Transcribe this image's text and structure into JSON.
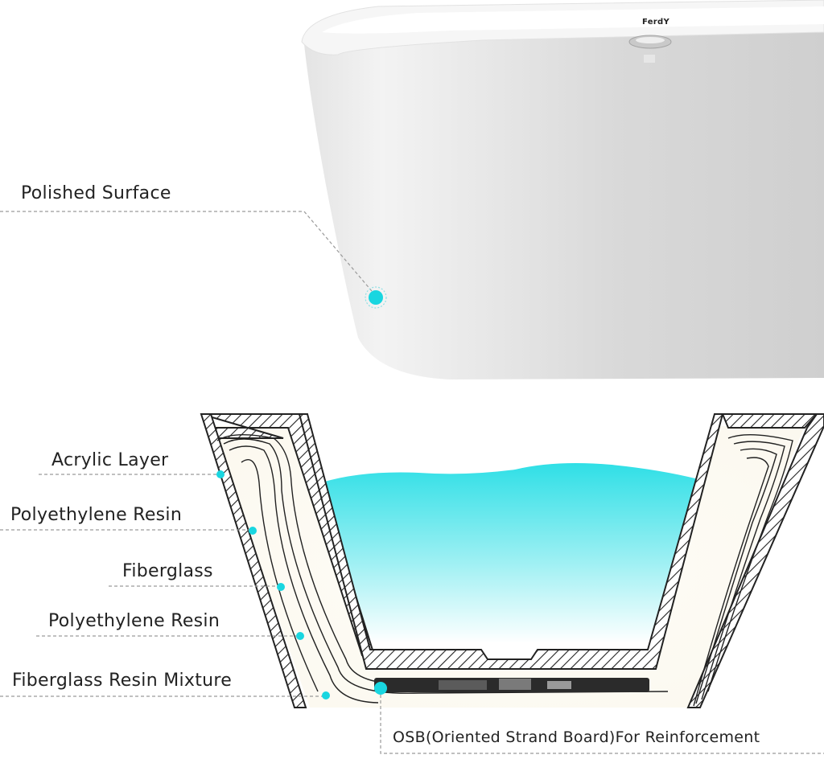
{
  "product": {
    "brand_logo": "FerdY"
  },
  "callouts": {
    "polished_surface": "Polished  Surface",
    "acrylic_layer": "Acrylic Layer",
    "polyethylene_resin_1": "Polyethylene Resin",
    "fiberglass": "Fiberglass",
    "polyethylene_resin_2": "Polyethylene Resin",
    "fiberglass_resin_mixture": "Fiberglass Resin Mixture",
    "osb": "OSB(Oriented Strand Board)For Reinforcement"
  },
  "colors": {
    "marker": "#19d6e0",
    "water_top": "#2fdfe6",
    "water_bottom": "#ffffff",
    "hatch": "#222222",
    "tub_shadow": "#cfcfcf"
  }
}
